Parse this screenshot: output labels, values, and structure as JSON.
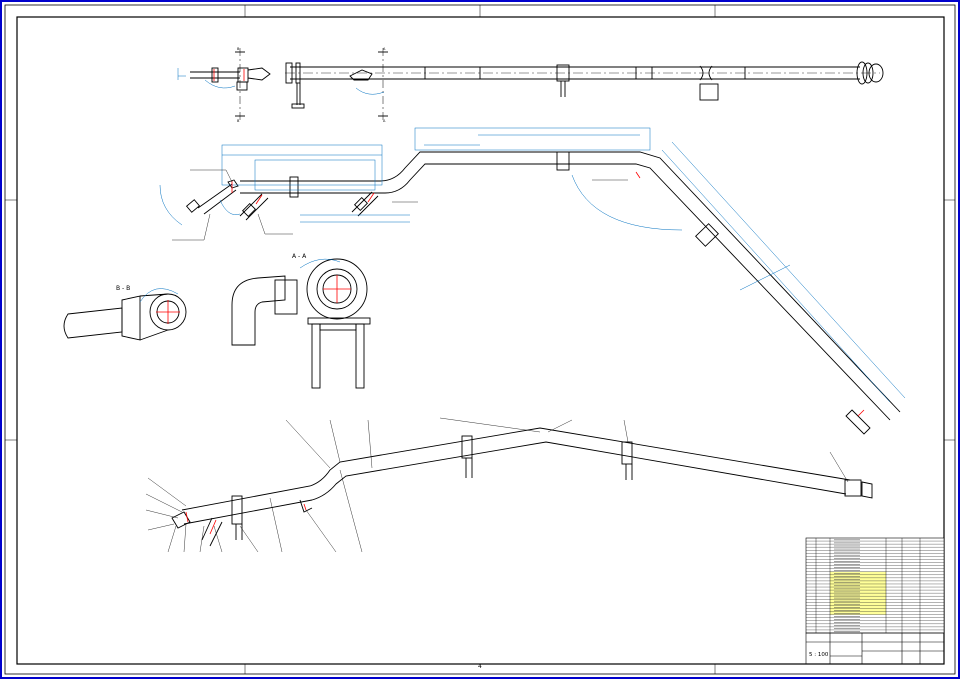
{
  "sheet": {
    "section_b_label": "B",
    "section_a_label": "A",
    "view_bb_label": "B - B",
    "view_aa_label": "A - A",
    "scale": "5 : 100",
    "page_marker": "4"
  },
  "colors": {
    "frame": "#0000cc",
    "line": "#000000",
    "dimension": "#0070c0",
    "highlight": "#ff0000",
    "bom_fill": "#ffff99"
  },
  "bom": {
    "row_count": 31
  }
}
